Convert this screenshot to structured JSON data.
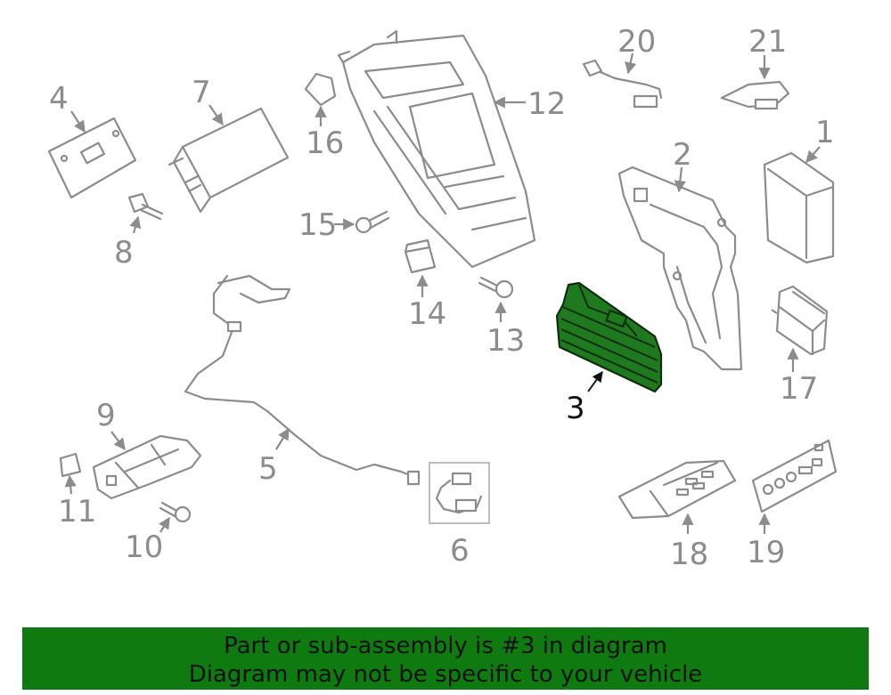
{
  "callouts": {
    "c1": "1",
    "c2": "2",
    "c3": "3",
    "c4": "4",
    "c5": "5",
    "c6": "6",
    "c7": "7",
    "c8": "8",
    "c9": "9",
    "c10": "10",
    "c11": "11",
    "c12": "12",
    "c13": "13",
    "c14": "14",
    "c15": "15",
    "c16": "16",
    "c17": "17",
    "c18": "18",
    "c19": "19",
    "c20": "20",
    "c21": "21"
  },
  "highlighted_part": "3",
  "colors": {
    "highlight_fill": "#1f7a1f",
    "banner_bg": "#0f7a0f",
    "line_gray": "#8c8c8c"
  },
  "banner": {
    "line1": "Part or sub-assembly is #3 in diagram",
    "line2": "Diagram may not be specific to your vehicle"
  }
}
